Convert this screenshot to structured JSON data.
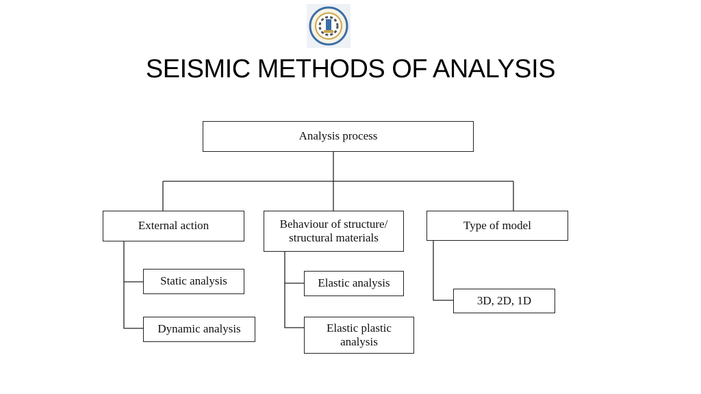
{
  "slide": {
    "title": "SEISMIC METHODS OF ANALYSIS",
    "logo_icon": "faculty-of-engineering-seal-icon"
  },
  "diagram": {
    "root": "Analysis process",
    "branches": [
      {
        "label": "External action",
        "children": [
          "Static analysis",
          "Dynamic analysis"
        ]
      },
      {
        "label": "Behaviour of structure/\nstructural materials",
        "children": [
          "Elastic analysis",
          "Elastic plastic\nanalysis"
        ]
      },
      {
        "label": "Type of model",
        "children": [
          "3D, 2D, 1D"
        ]
      }
    ]
  },
  "colors": {
    "line": "#222222",
    "text": "#111111",
    "seal_blue": "#3a6fa8",
    "seal_gold": "#c9a64a"
  }
}
